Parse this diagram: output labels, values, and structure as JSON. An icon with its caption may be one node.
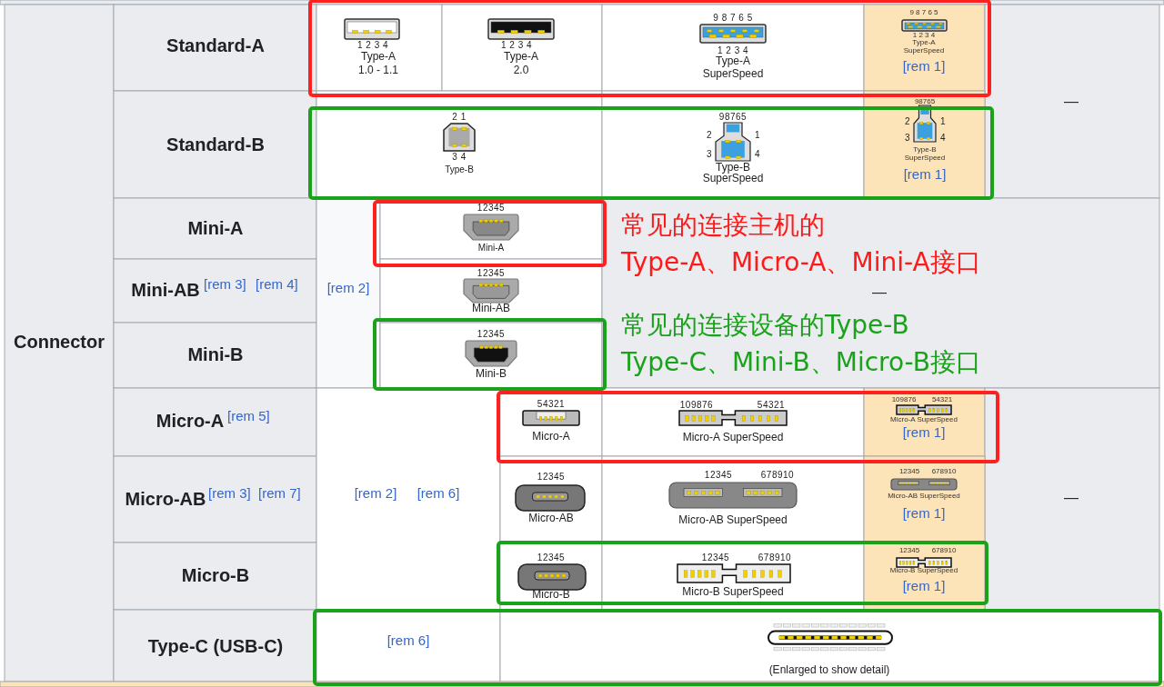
{
  "diagram": {
    "labels": [
      "Connector",
      "Standard-A",
      "1 2 3 4",
      "Type-A",
      "1.0 - 1.1",
      "1 2 3 4",
      "Type-A",
      "2.0",
      "9 8 7 6 5",
      "1 2 3 4",
      "Type-A",
      "SuperSpeed",
      "9 8 7 6 5",
      "1 2 3 4",
      "Type-A",
      "SuperSpeed",
      "[rem 1]",
      "—",
      "Standard-B",
      "2 1",
      "3 4",
      "Type-B",
      "98765",
      "2",
      "1",
      "3",
      "4",
      "Type-B",
      "SuperSpeed",
      "98765",
      "2",
      "1",
      "3",
      "4",
      "Type-B",
      "SuperSpeed",
      "[rem 1]",
      "Mini-A",
      "[rem 2]",
      "12345",
      "Mini-A",
      "常见的连接主机的",
      "Type-A、Micro-A、Mini-A接口",
      "Mini-AB",
      "[rem 3]",
      "[rem 4]",
      "12345",
      "Mini-AB",
      "—",
      "Mini-B",
      "常见的连接设备的Type-B",
      "Type-C、Mini-B、Micro-B接口",
      "12345",
      "Mini-B",
      "Micro-A",
      "[rem 5]",
      "[rem 2]",
      "[rem 6]",
      "54321",
      "Micro-A",
      "109876",
      "54321",
      "Micro-A SuperSpeed",
      "109876",
      "54321",
      "Micro-A SuperSpeed",
      "[rem 1]",
      "Micro-AB",
      "[rem 3]",
      "[rem 7]",
      "12345",
      "Micro-AB",
      "12345",
      "678910",
      "Micro-AB SuperSpeed",
      "12345",
      "678910",
      "Micro-AB SuperSpeed",
      "[rem 1]",
      "—",
      "Micro-B",
      "12345",
      "Micro-B",
      "12345",
      "678910",
      "Micro-B SuperSpeed",
      "12345",
      "678910",
      "Micro-B SuperSpeed",
      "[rem 1]",
      "Type-C (USB-C)",
      "[rem 6]",
      "(Enlarged to show detail)"
    ]
  }
}
